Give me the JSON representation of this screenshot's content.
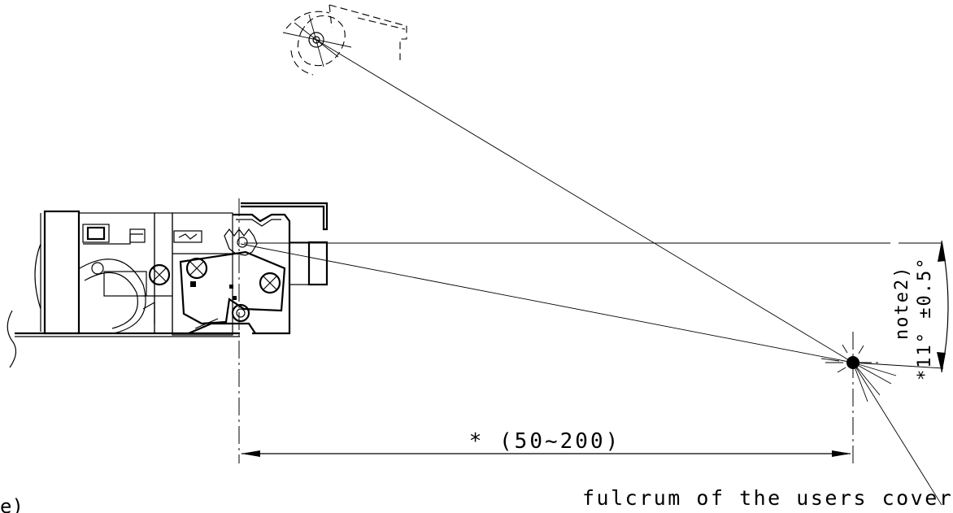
{
  "labels": {
    "dimension": "* (50~200)",
    "note": "note2)",
    "angle": "*11° ±0.5°",
    "fulcrum": "fulcrum of the users cover",
    "corner_fragment": "e)"
  }
}
